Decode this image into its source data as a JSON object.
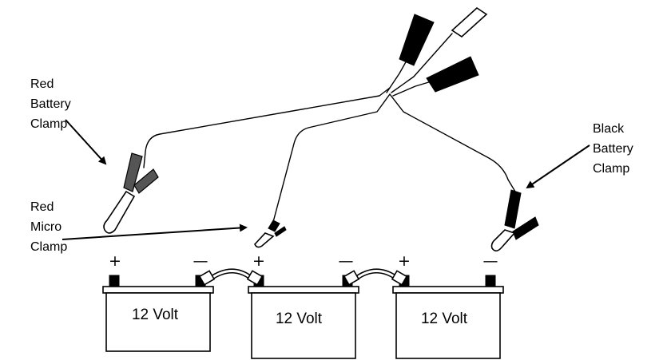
{
  "labels": {
    "red_battery_clamp": [
      "Red",
      "Battery",
      "Clamp"
    ],
    "red_micro_clamp": [
      "Red",
      "Micro",
      "Clamp"
    ],
    "black_battery_clamp": [
      "Black",
      "Battery",
      "Clamp"
    ]
  },
  "terminals": {
    "plus": "+",
    "minus": "—"
  },
  "batteries": [
    {
      "label": "12 Volt"
    },
    {
      "label": "12 Volt"
    },
    {
      "label": "12 Volt"
    }
  ],
  "colors": {
    "ink": "#000000",
    "background": "#ffffff",
    "clamp_grip": "#555555"
  }
}
